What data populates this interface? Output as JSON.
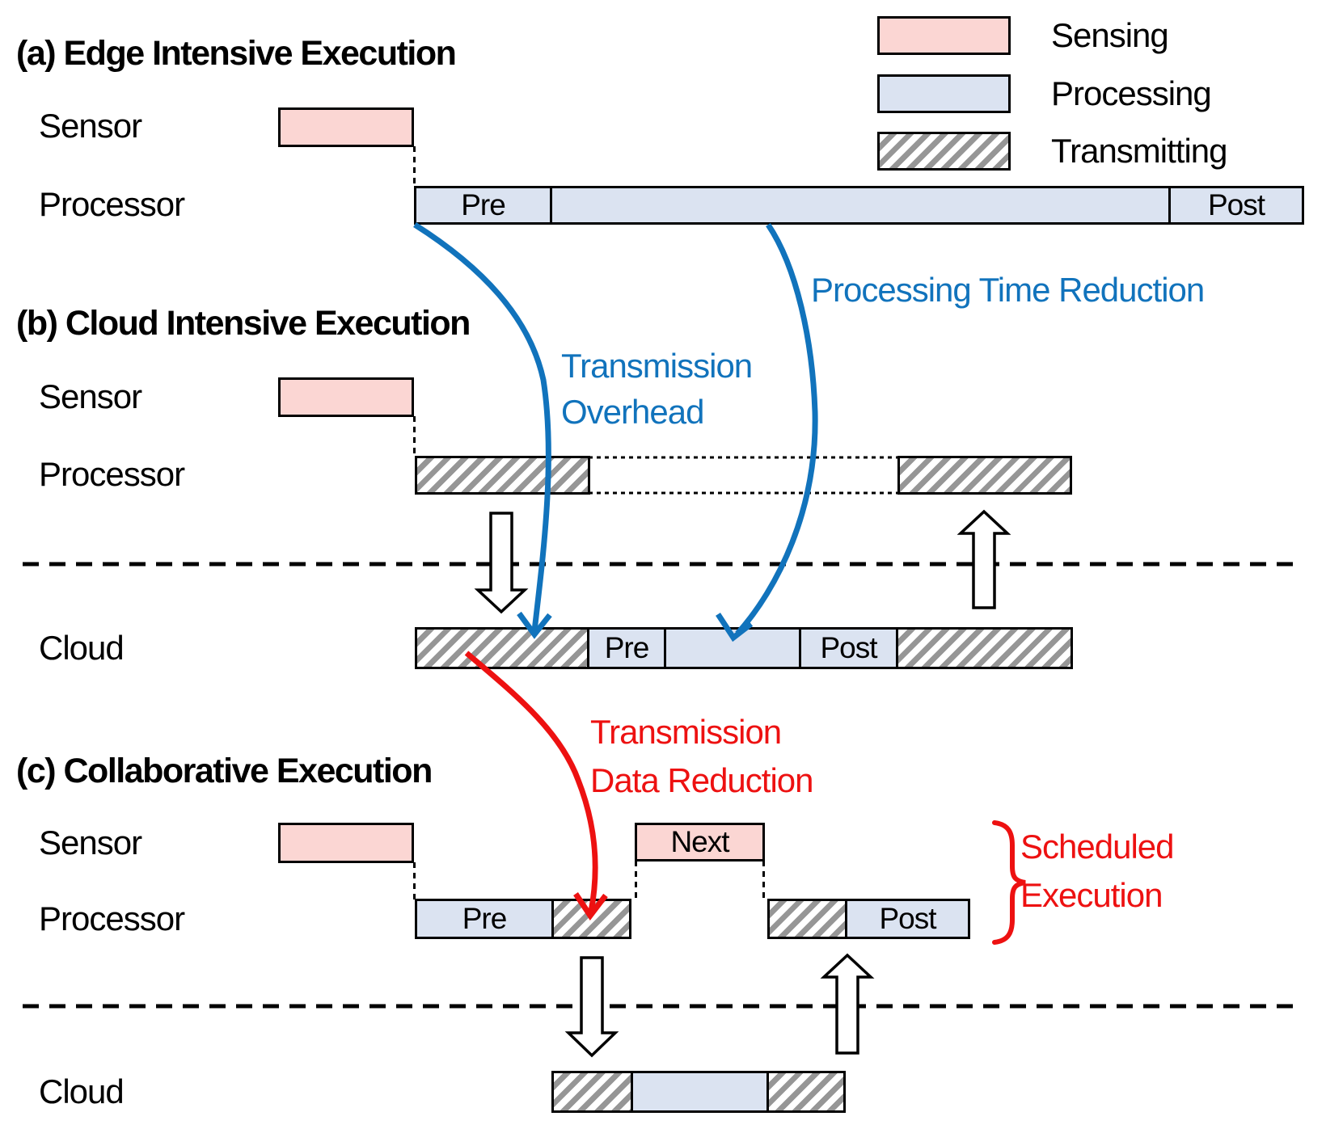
{
  "figure": {
    "kind": "execution-timeline-comparison-diagram"
  },
  "colors": {
    "sensing_fill": "#FBD6D3",
    "processing_fill": "#DBE3F1",
    "hatch_stripe": "#969696",
    "annotation_blue": "#1173BC",
    "annotation_red": "#ED1111",
    "outline": "#000000"
  },
  "legend": {
    "sensing": "Sensing",
    "processing": "Processing",
    "transmitting": "Transmitting"
  },
  "rows": {
    "sensor": "Sensor",
    "processor": "Processor",
    "cloud": "Cloud"
  },
  "bar_labels": {
    "pre": "Pre",
    "post": "Post",
    "next": "Next"
  },
  "sections": {
    "a": {
      "title": "(a) Edge Intensive Execution"
    },
    "b": {
      "title": "(b) Cloud Intensive Execution"
    },
    "c": {
      "title": "(c) Collaborative Execution"
    }
  },
  "annotations": {
    "processing_time_reduction": "Processing Time Reduction",
    "transmission_overhead_line1": "Transmission",
    "transmission_overhead_line2": "Overhead",
    "transmission_data_reduction_line1": "Transmission",
    "transmission_data_reduction_line2": "Data Reduction",
    "scheduled_execution_line1": "Scheduled",
    "scheduled_execution_line2": "Execution"
  }
}
